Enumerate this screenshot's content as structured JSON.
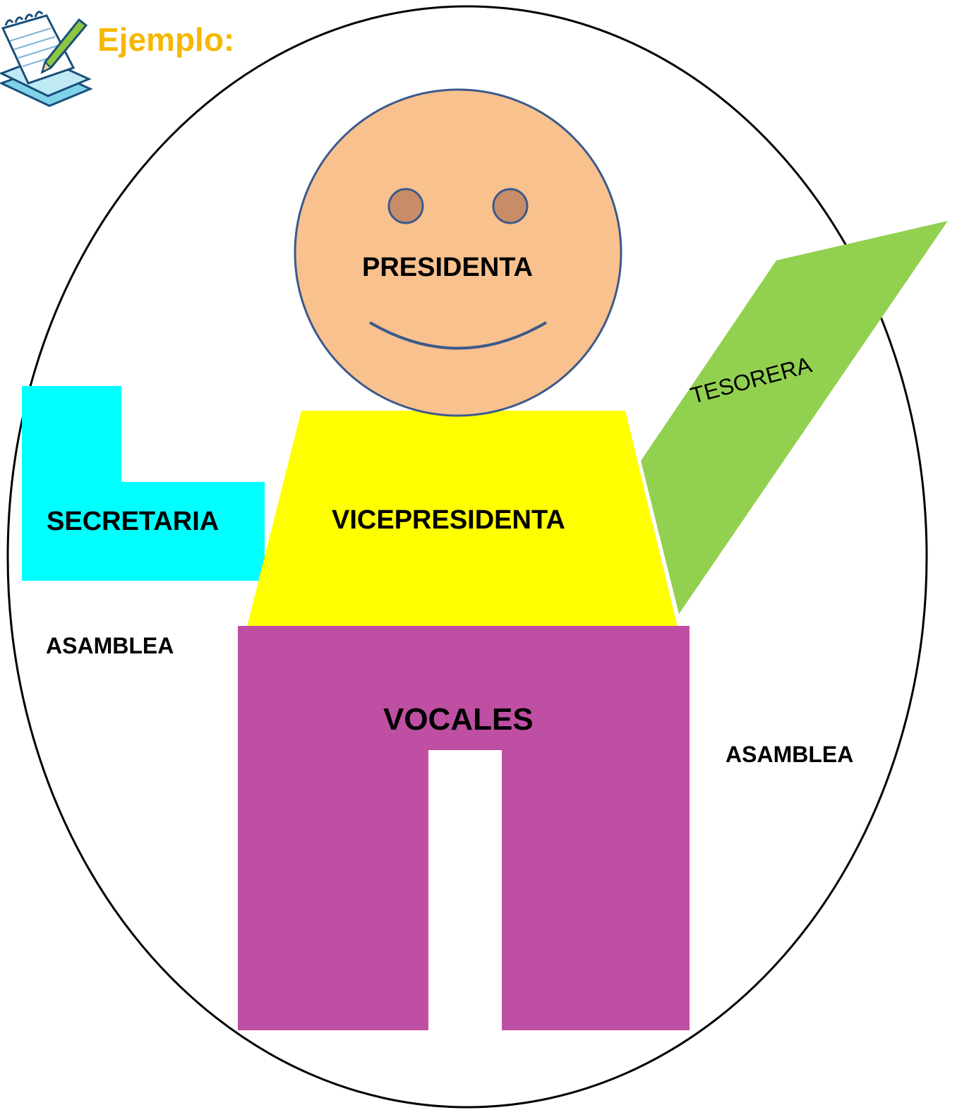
{
  "title": "Ejemplo:",
  "labels": {
    "presidenta": "PRESIDENTA",
    "vicepresidenta": "VICEPRESIDENTA",
    "secretaria": "SECRETARIA",
    "tesorera": "TESORERA",
    "vocales": "VOCALES",
    "asamblea_left": "ASAMBLEA",
    "asamblea_right": "ASAMBLEA"
  },
  "colors": {
    "title": "#F5B800",
    "head_fill": "#F8C18E",
    "head_stroke": "#3A5A8C",
    "eye_fill": "#C98C68",
    "torso": "#FFFF00",
    "arm_left": "#00FFFF",
    "arm_right": "#92D050",
    "legs": "#BF4FA3",
    "outline": "#000000"
  },
  "icons": {
    "notepad": "notepad-pencil-icon"
  }
}
